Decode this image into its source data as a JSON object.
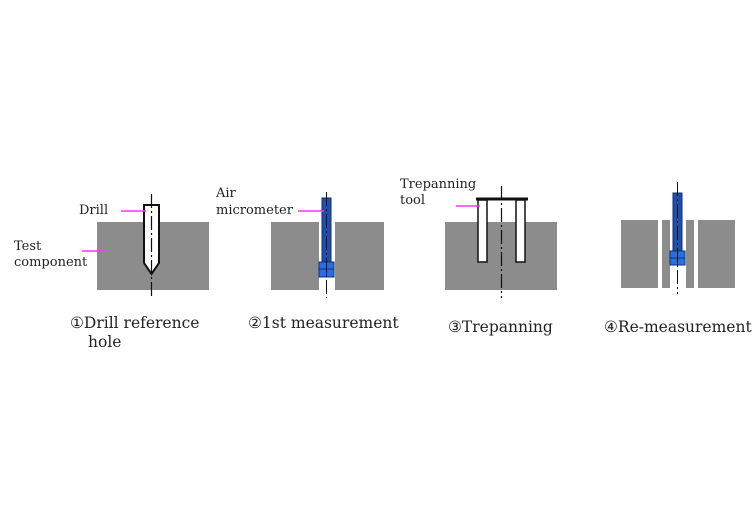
{
  "colors": {
    "block": "#8c8c8c",
    "block_edge": "#6e6e6e",
    "leader": "#ff33ff",
    "micrometer": "#1f4fa8",
    "micrometer_dark": "#0d2f73",
    "micrometer_head": "#2a6fe0",
    "tool_outline": "#111111",
    "hole": "#ffffff"
  },
  "labels": {
    "test_component": [
      "Test",
      "component"
    ],
    "drill": "Drill",
    "air_micrometer": [
      "Air",
      "micrometer"
    ],
    "trepanning_tool": [
      "Trepanning",
      "tool"
    ]
  },
  "steps": [
    {
      "caption": [
        "①Drill reference",
        "hole"
      ]
    },
    {
      "caption": [
        "②1st measurement"
      ]
    },
    {
      "caption": [
        "③Trepanning"
      ]
    },
    {
      "caption": [
        "④Re-measurement"
      ]
    }
  ]
}
